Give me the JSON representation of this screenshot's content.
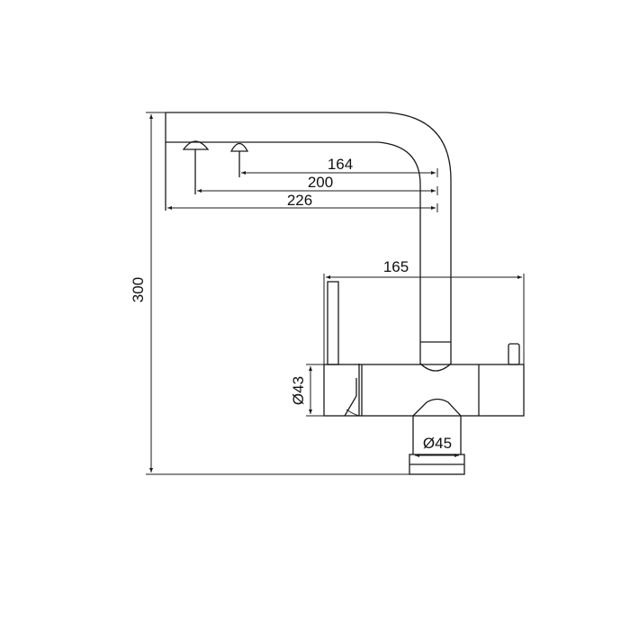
{
  "drawing": {
    "title": "Faucet dimension drawing",
    "units": "mm",
    "line_color": "#1a1a1a",
    "background": "#ffffff"
  },
  "dimensions": {
    "overall_height": "300",
    "spout_reach_outer": "226",
    "spout_reach_mid": "200",
    "spout_reach_inner": "164",
    "body_width": "165",
    "body_diameter": "Ø43",
    "base_diameter": "Ø45"
  }
}
